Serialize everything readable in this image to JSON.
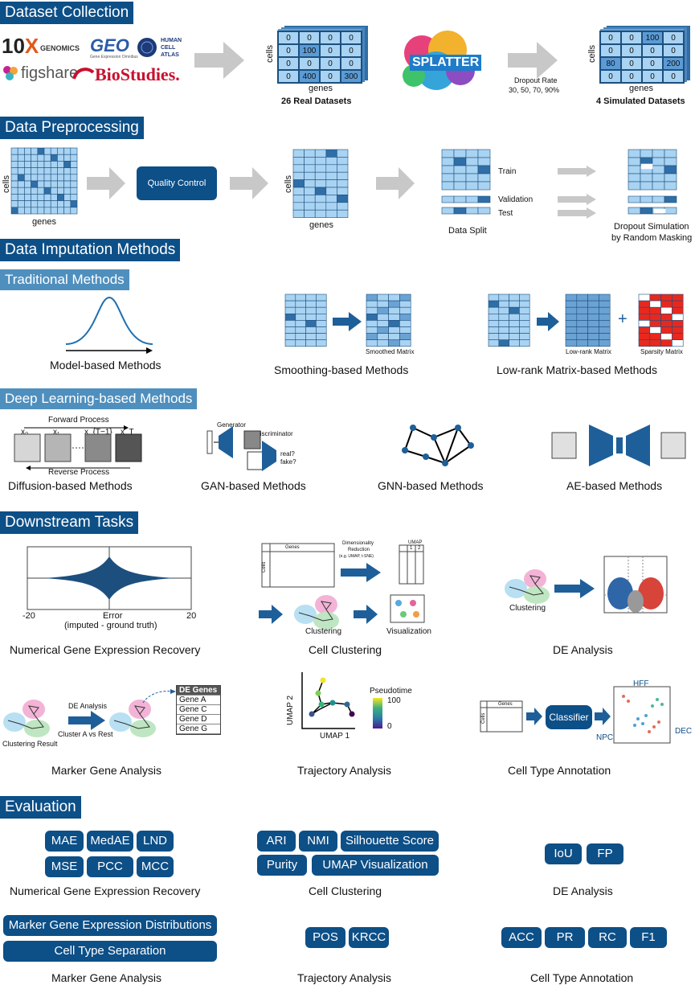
{
  "sections": {
    "dataset_collection": "Dataset Collection",
    "data_preprocessing": "Data Preprocessing",
    "data_imputation": "Data Imputation Methods",
    "traditional": "Traditional Methods",
    "deep_learning": "Deep Learning-based Methods",
    "downstream": "Downstream Tasks",
    "evaluation": "Evaluation"
  },
  "logos": {
    "tenx": "10",
    "tenx_sub": "GENOMICS",
    "geo": "GEO",
    "geo_sub": "Gene Expression Omnibus",
    "hca_1": "HUMAN",
    "hca_2": "CELL",
    "hca_3": "ATLAS",
    "figshare": "figshare",
    "biostudies": "BioStudies."
  },
  "collection": {
    "real_matrix": [
      "0",
      "0",
      "0",
      "0",
      "0",
      "100",
      "0",
      "0",
      "0",
      "0",
      "0",
      "0",
      "0",
      "400",
      "0",
      "300"
    ],
    "sim_matrix": [
      "0",
      "0",
      "100",
      "0",
      "0",
      "0",
      "0",
      "0",
      "80",
      "0",
      "0",
      "200",
      "0",
      "0",
      "0",
      "0"
    ],
    "cells_label": "cells",
    "genes_label": "genes",
    "real_caption": "26 Real Datasets",
    "sim_caption": "4 Simulated Datasets",
    "splatter": "SPLATTER",
    "dropout_label": "Dropout Rate",
    "dropout_values": "30, 50, 70, 90%"
  },
  "preprocessing": {
    "cells": "cells",
    "genes": "genes",
    "qc": "Quality Control",
    "train": "Train",
    "validation": "Validation",
    "test": "Test",
    "split_caption": "Data Split",
    "dropout_sim_1": "Dropout Simulation",
    "dropout_sim_2": "by Random Masking"
  },
  "traditional": {
    "model_based": "Model-based Methods",
    "smoothing": "Smoothing-based Methods",
    "smoothed_matrix": "Smoothed Matrix",
    "lowrank": "Low-rank Matrix-based Methods",
    "lowrank_matrix": "Low-rank Matrix",
    "sparsity_matrix": "Sparsity Matrix",
    "plus": "+"
  },
  "deep": {
    "forward": "Forward Process",
    "reverse": "Reverse Process",
    "x0": "x₀",
    "x1": "x₁",
    "xt1": "x_{T−1}",
    "xt": "x_T",
    "diffusion": "Diffusion-based Methods",
    "generator": "Generator",
    "discriminator": "Discriminator",
    "real": "real?",
    "fake": "fake?",
    "gan": "GAN-based Methods",
    "gnn": "GNN-based Methods",
    "ae": "AE-based Methods"
  },
  "downstream": {
    "error_title": "Error",
    "error_sub": "(imputed - ground truth)",
    "error_min": "-20",
    "error_max": "20",
    "num_recovery": "Numerical Gene Expression Recovery",
    "genes": "Genes",
    "cells": "Cells",
    "dimred_1": "Dimensionality",
    "dimred_2": "Reduction",
    "dimred_3": "(e.g. UMAP, t-SNE)",
    "umap": "UMAP",
    "umap_1": "1",
    "umap_2": "2",
    "clustering": "Clustering",
    "visualization": "Visualization",
    "cell_clustering": "Cell Clustering",
    "de_clustering": "Clustering",
    "de_analysis": "DE Analysis",
    "de_arrow": "DE Analysis",
    "cluster_vs": "Cluster A vs Rest",
    "clustering_result": "Clustering Result",
    "de_genes": [
      "DE Genes",
      "Gene A",
      "Gene C",
      "Gene D",
      "Gene G"
    ],
    "marker": "Marker Gene Analysis",
    "umap_y": "UMAP 2",
    "umap_x": "UMAP 1",
    "pseudotime": "Pseudotime",
    "pt_max": "100",
    "pt_min": "0",
    "trajectory": "Trajectory Analysis",
    "classifier": "Classifier",
    "anno_genes": "Genes",
    "anno_cells": "Cells",
    "hff": "HFF",
    "npc": "NPC",
    "dec": "DEC",
    "cell_type": "Cell Type Annotation"
  },
  "evaluation": {
    "num_pills": [
      "MAE",
      "MedAE",
      "LND",
      "MSE",
      "PCC",
      "MCC"
    ],
    "num_caption": "Numerical Gene Expression Recovery",
    "clu_pills": [
      "ARI",
      "NMI",
      "Silhouette Score",
      "Purity",
      "UMAP Visualization"
    ],
    "clu_caption": "Cell Clustering",
    "de_pills": [
      "IoU",
      "FP"
    ],
    "de_caption": "DE Analysis",
    "marker_pills": [
      "Marker Gene Expression Distributions",
      "Cell Type Separation"
    ],
    "marker_caption": "Marker Gene Analysis",
    "traj_pills": [
      "POS",
      "KRCC"
    ],
    "traj_caption": "Trajectory Analysis",
    "anno_pills": [
      "ACC",
      "PR",
      "RC",
      "F1"
    ],
    "anno_caption": "Cell Type Annotation"
  },
  "colors": {
    "header": "#0d4f87",
    "subheader": "#4f8fbe",
    "cell_light": "#a9d3f2",
    "cell_dark": "#2f6ea6",
    "arrow_grey": "#c8c8c8",
    "red": "#e8281e"
  }
}
